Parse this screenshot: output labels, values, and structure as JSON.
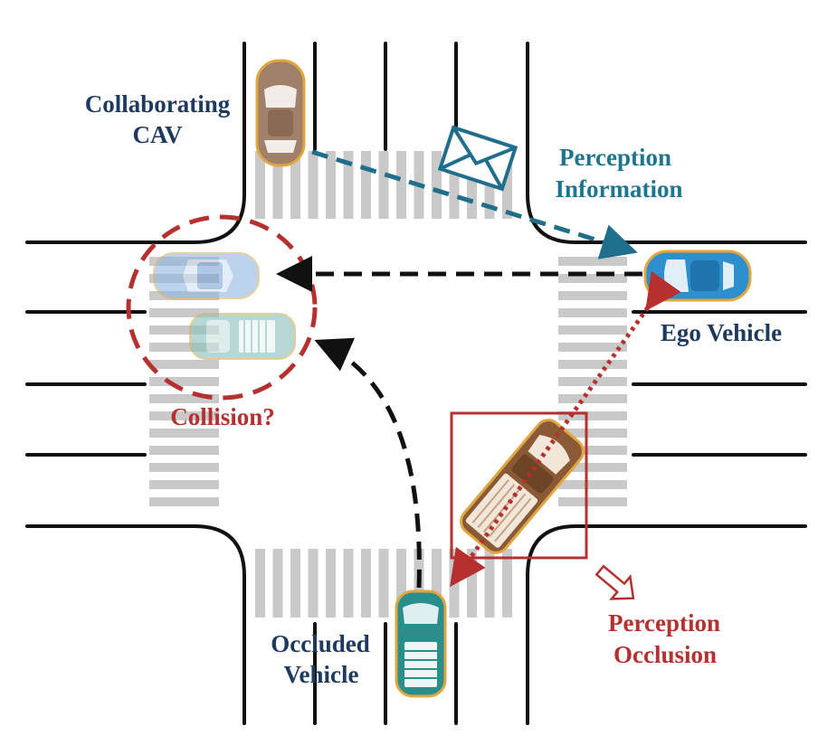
{
  "labels": {
    "collaborating_cav_line1": "Collaborating",
    "collaborating_cav_line2": "CAV",
    "perception_info_line1": "Perception",
    "perception_info_line2": "Information",
    "ego_vehicle": "Ego Vehicle",
    "collision": "Collision?",
    "occluded_line1": "Occluded",
    "occluded_line2": "Vehicle",
    "occlusion_line1": "Perception",
    "occlusion_line2": "Occlusion"
  },
  "colors": {
    "road_line": "#111111",
    "crosswalk": "#c9c9c9",
    "navy_text": "#1f3a5f",
    "teal_accent": "#1f6f8c",
    "red_accent": "#b5302f",
    "collaborating_car": "#a08068",
    "ego_car": "#2e8fce",
    "occluded_car": "#2a8f8a",
    "occluding_truck": "#8a5a36",
    "ghost_blue_car": "#8fb6e0",
    "ghost_green_car": "#8fc4bf"
  }
}
